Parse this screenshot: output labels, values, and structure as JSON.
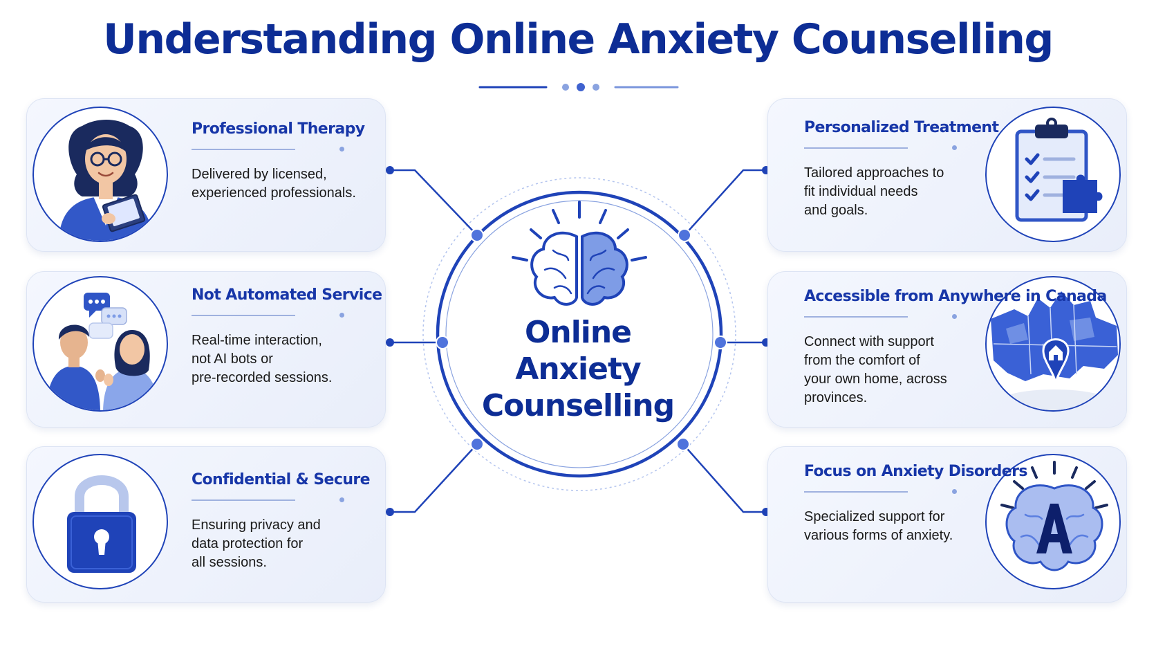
{
  "title": "Understanding Online Anxiety Counselling",
  "center": {
    "title": "Online\nAnxiety\nCounselling",
    "icon": "brain-icon"
  },
  "features": [
    {
      "title": "Professional Therapy",
      "description": "Delivered by licensed,\nexperienced professionals.",
      "icon": "therapist-icon"
    },
    {
      "title": "Not Automated Service",
      "description": "Real-time interaction,\nnot AI bots or\npre-recorded sessions.",
      "icon": "conversation-icon"
    },
    {
      "title": "Confidential & Secure",
      "description": "Ensuring privacy and\ndata protection for\nall sessions.",
      "icon": "padlock-icon"
    },
    {
      "title": "Personalized Treatment",
      "description": "Tailored approaches to\nfit individual needs\nand goals.",
      "icon": "clipboard-puzzle-icon"
    },
    {
      "title": "Accessible from\nAnywhere in Canada",
      "description": "Connect with support\nfrom the comfort of\nyour own home, across\nprovinces.",
      "icon": "canada-map-icon"
    },
    {
      "title": "Focus on Anxiety Disorders",
      "description": "Specialized support for\nvarious forms of anxiety.",
      "icon": "brain-letter-icon"
    }
  ],
  "colors": {
    "primary": "#0d2d95",
    "accent": "#1f43b8",
    "light_accent": "#5a7ee0",
    "card_background": "#eef2fb"
  }
}
